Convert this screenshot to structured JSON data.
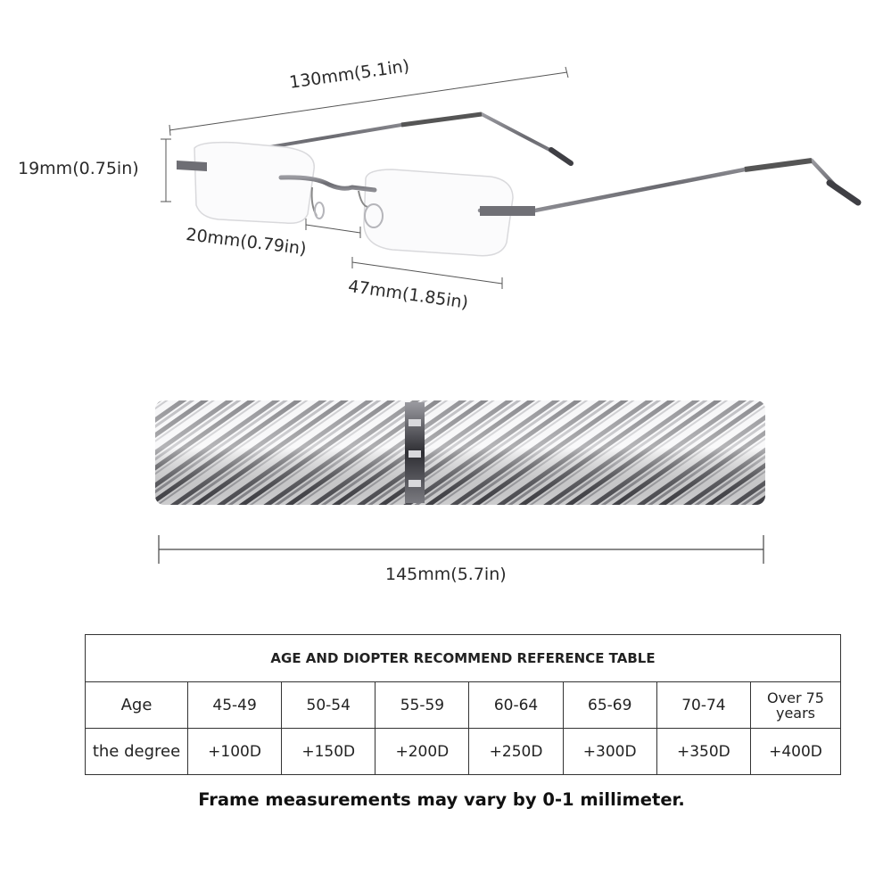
{
  "measurements": {
    "total_length": "130mm(5.1in)",
    "lens_height": "19mm(0.75in)",
    "bridge_width": "20mm(0.79in)",
    "lens_width": "47mm(1.85in)",
    "case_length": "145mm(5.7in)"
  },
  "table": {
    "title": "AGE AND DIOPTER RECOMMEND REFERENCE TABLE",
    "age_label": "Age",
    "degree_label": "the degree",
    "ages": [
      "45-49",
      "50-54",
      "55-59",
      "60-64",
      "65-69",
      "70-74",
      "Over 75 years"
    ],
    "degrees": [
      "+100D",
      "+150D",
      "+200D",
      "+250D",
      "+300D",
      "+350D",
      "+400D"
    ]
  },
  "note": "Frame measurements may vary by 0-1 millimeter.",
  "colors": {
    "frame": "#6e6e72",
    "case_dark": "#4a4a4e",
    "case_light": "#e8e8ea"
  },
  "icons": [
    "reading-glasses",
    "glasses-case"
  ]
}
